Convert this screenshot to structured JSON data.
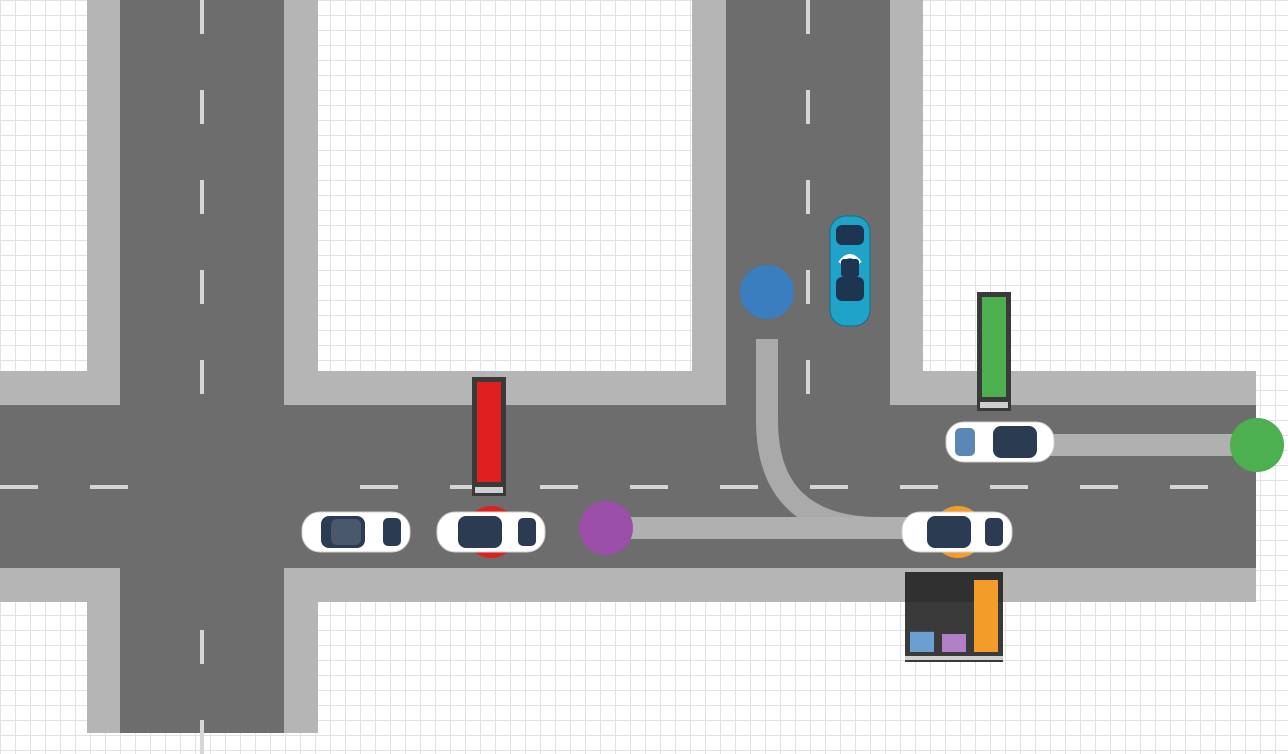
{
  "colors": {
    "road": "#6d6d6d",
    "sidewalk": "#b5b5b5",
    "lane_marking": "#d6d6d6",
    "path": "#b0b0b0",
    "red": "#e02020",
    "green": "#4caf50",
    "blue_marker": "#3a7ebf",
    "purple_marker": "#9b4fa8",
    "orange_marker": "#f39c2a",
    "red_marker": "#e02020",
    "green_marker": "#4caf50",
    "teal_car": "#1fa3c9",
    "chart_blue": "#6c9fd1",
    "chart_purple": "#b07fc6",
    "chart_orange": "#f39c2a"
  },
  "vehicles": [
    {
      "id": "car-white-1",
      "color": "white",
      "heading": "east"
    },
    {
      "id": "car-white-2",
      "color": "white",
      "heading": "east"
    },
    {
      "id": "car-white-3",
      "color": "white",
      "heading": "east"
    },
    {
      "id": "car-white-4",
      "color": "white",
      "heading": "east"
    },
    {
      "id": "car-teal",
      "color": "teal",
      "heading": "south"
    }
  ],
  "markers": [
    "blue",
    "purple",
    "orange",
    "red",
    "green"
  ],
  "gauges": [
    {
      "name": "red-gauge",
      "level": 1.0
    },
    {
      "name": "green-gauge",
      "level": 1.0
    }
  ],
  "chart_data": {
    "type": "bar",
    "categories": [
      "",
      "",
      ""
    ],
    "values": [
      0.28,
      0.25,
      1.0
    ],
    "colors": [
      "#6c9fd1",
      "#b07fc6",
      "#f39c2a"
    ],
    "ylim": [
      0,
      1
    ]
  }
}
